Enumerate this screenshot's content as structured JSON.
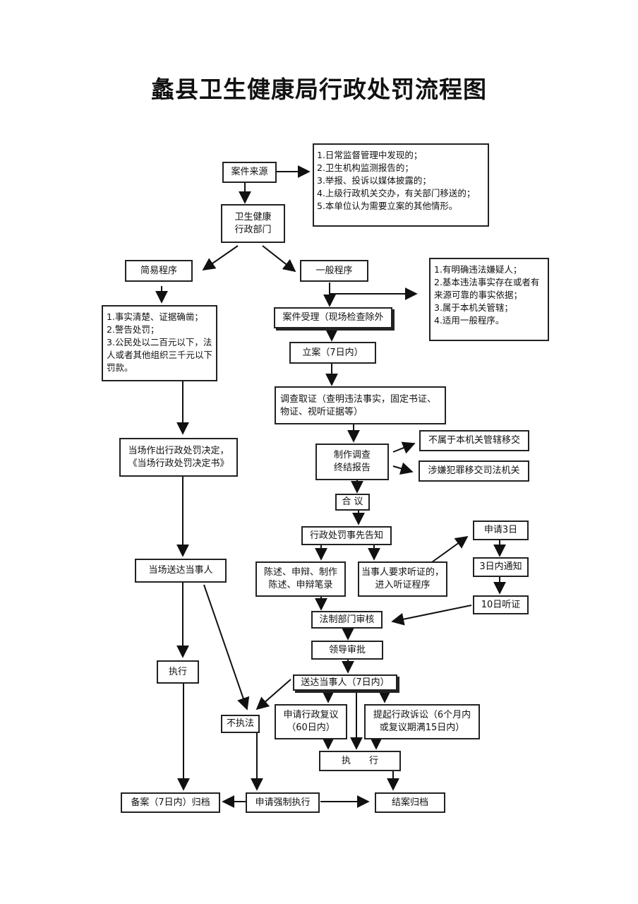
{
  "title": "蠡县卫生健康局行政处罚流程图",
  "nodes": {
    "case_source": "案件来源",
    "case_source_list": "1.日常监督管理中发现的；\n2.卫生机构监测报告的；\n3.举报、投诉以媒体披露的；\n4.上级行政机关交办，有关部门移送的；\n5.本单位认为需要立案的其他情形。",
    "health_dept": "卫生健康\n行政部门",
    "simple_proc": "简易程序",
    "general_proc": "一般程序",
    "general_criteria": "1.有明确违法嫌疑人；\n2.基本违法事实存在或者有来源可靠的事实依据；\n3.属于本机关管辖；\n4.适用一般程序。",
    "simple_criteria": "1.事实清楚、证据确凿；\n2.警告处罚；\n3.公民处以二百元以下，法人或者其他组织三千元以下罚款。",
    "case_accept": "案件受理（现场检查除外",
    "register": "立案（7日内）",
    "investigate": "调查取证（查明违法事实，固定书证、物证、视听证据等）",
    "report": "制作调查\n终结报告",
    "transfer_jurisdiction": "不属于本机关管辖移交",
    "transfer_judicial": "涉嫌犯罪移交司法机关",
    "deliberate": "合 议",
    "prior_notice": "行政处罚事先告知",
    "statement": "陈述、申辩、制作\n陈述、申辩笔录",
    "hearing_request": "当事人要求听证的，\n进入听证程序",
    "apply_3days": "申请3日",
    "notify_3days": "3日内通知",
    "hearing_10days": "10日听证",
    "onsite_decision": "当场作出行政处罚决定，\n《当场行政处罚决定书》",
    "onsite_deliver": "当场送达当事人",
    "legal_review": "法制部门审核",
    "leader_approve": "领导审批",
    "deliver_7days": "送达当事人（7日内）",
    "review_apply": "申请行政复议\n（60日内）",
    "litigation": "提起行政诉讼（6个月内\n或复议期满15日内）",
    "execute_left": "执行",
    "not_execute": "不执法",
    "execute_main": "执　　行",
    "file_record": "备案（7日内）归档",
    "enforce_apply": "申请强制执行",
    "close_file": "结案归档"
  }
}
